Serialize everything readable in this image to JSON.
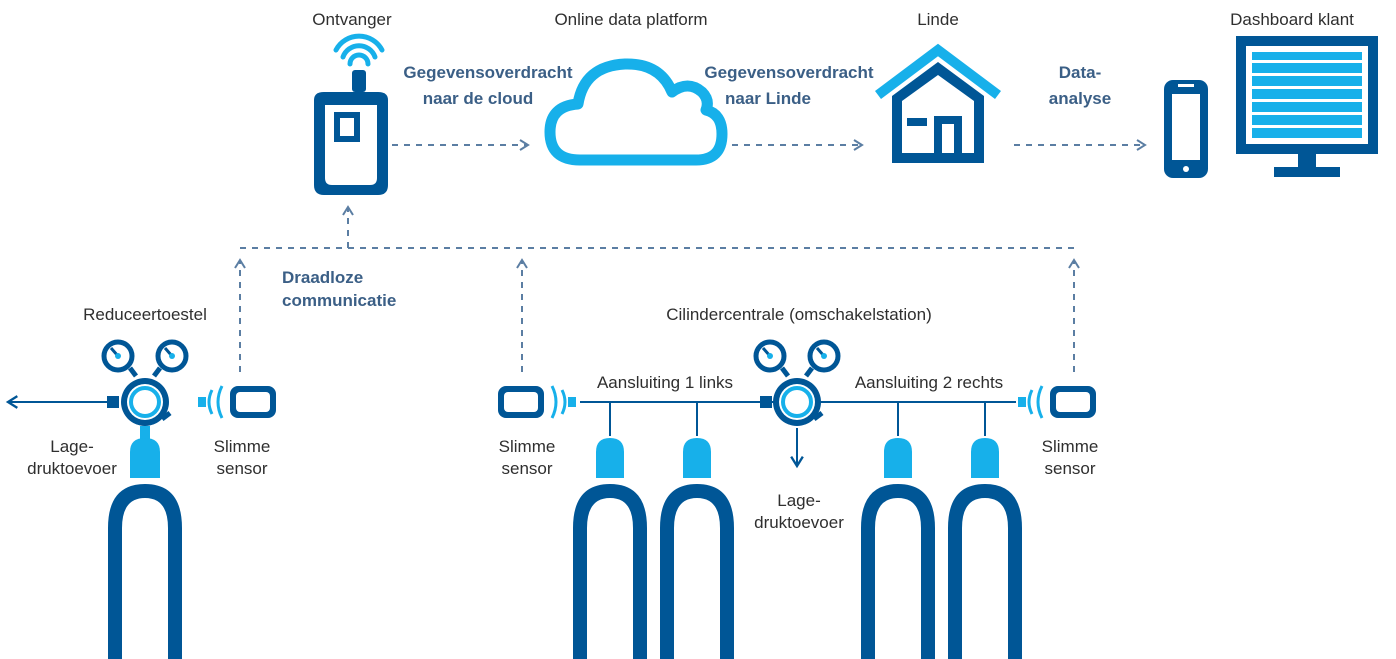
{
  "colors": {
    "navy": "#005696",
    "cyan": "#17b0ea",
    "line": "#5b7ea3"
  },
  "labels": {
    "receiver": "Ontvanger",
    "platform": "Online data platform",
    "linde": "Linde",
    "dashboard": "Dashboard klant",
    "reducer": "Reduceertoestel",
    "cylinder_station": "Cilindercentrale (omschakelstation)",
    "connection_left": "Aansluiting 1 links",
    "connection_right": "Aansluiting 2 rechts",
    "smart_sensor_1": "Slimme",
    "smart_sensor_2": "sensor",
    "low_pressure_1": "Lage-",
    "low_pressure_2": "druktoevoer"
  },
  "flows": {
    "to_cloud_1": "Gegevensoverdracht",
    "to_cloud_2": "naar de cloud",
    "to_linde_1": "Gegevensoverdracht",
    "to_linde_2": "naar Linde",
    "analysis_1": "Data-",
    "analysis_2": "analyse",
    "wireless_1": "Draadloze",
    "wireless_2": "communicatie"
  },
  "icons": [
    "wifi-icon",
    "receiver-icon",
    "cloud-icon",
    "house-icon",
    "phone-icon",
    "monitor-icon",
    "gauge-icon",
    "regulator-icon",
    "sensor-icon",
    "gas-cylinder-icon"
  ]
}
